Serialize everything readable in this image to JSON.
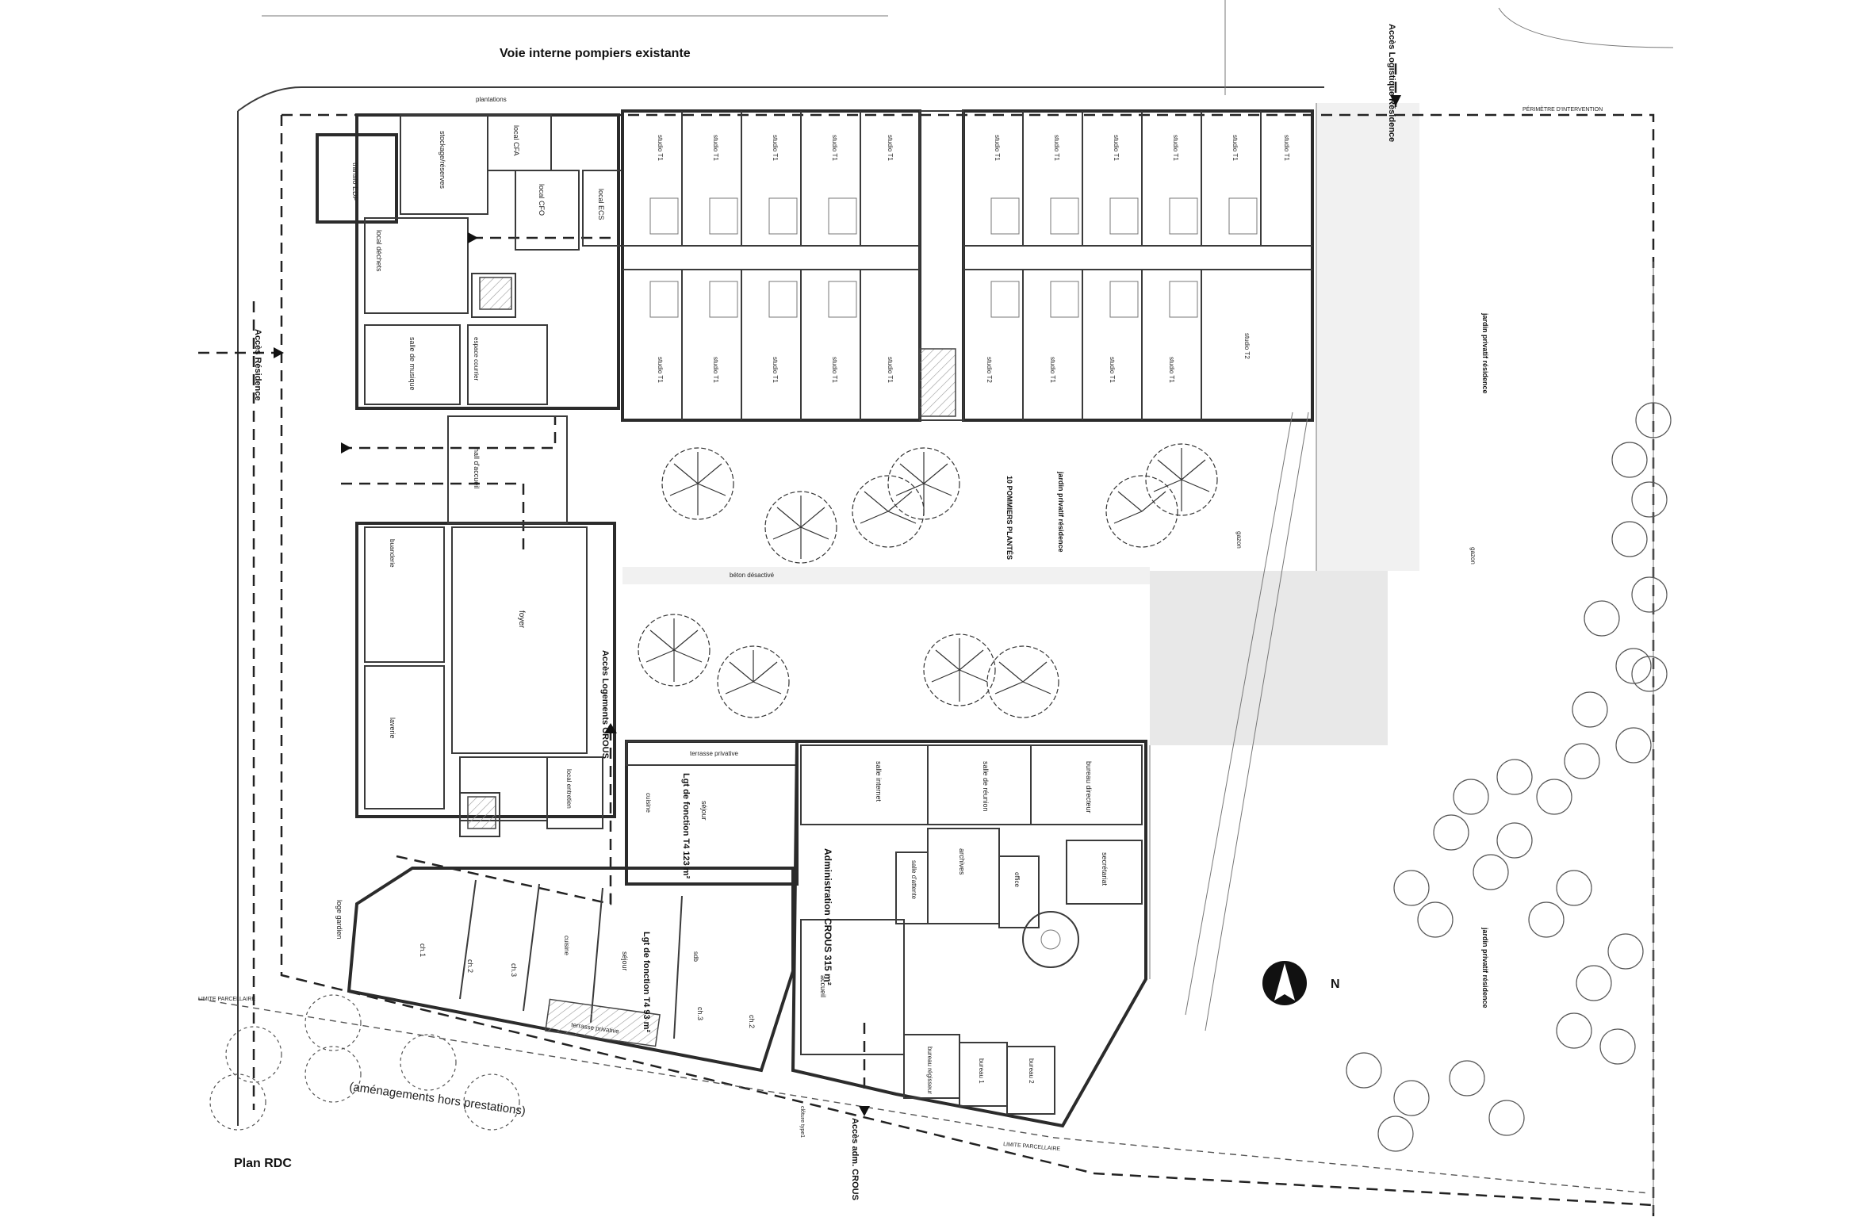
{
  "titles": {
    "plan": "Plan RDC",
    "road": "Voie interne pompiers existante",
    "outside": "(aménagements hors prestations)"
  },
  "access": {
    "residence_west": "Accès Résidence",
    "logistics_north": "Accès Logistique Résidence",
    "crous_housing": "Accès Logements CROUS",
    "crous_admin": "Accès adm. CROUS"
  },
  "labels": {
    "perimetre": "PÉRIMÈTRE D'INTERVENTION",
    "limite": "LIMITE PARCELLAIRE",
    "terrasse": "terrasse privative",
    "beton": "béton désactivé",
    "gazon": "gazon",
    "jardin": "jardin privatif résidence",
    "trees": "10 POMMIERS PLANTÉS",
    "plantations": "plantations",
    "cloture": "clôture type1",
    "north": "N"
  },
  "rooms": {
    "stockage": "stockage/réserves",
    "cfa": "local CFA",
    "cfo": "local CFO",
    "ecs": "local ECS",
    "edf": "transfo EDF",
    "dechets": "local déchets",
    "musique": "salle de musique",
    "courrier": "espace courrier",
    "hall": "hall d'accueil",
    "foyer": "foyer",
    "laverie": "laverie",
    "buanderie": "buanderie",
    "logegardien": "loge gardien",
    "entretien": "local entretien",
    "lgt_t4_123": "Lgt de fonction T4 123 m²",
    "lgt_t4_93": "Lgt de fonction T4 93 m²",
    "admin": "Administration CROUS 315 m²",
    "bureau_directeur": "bureau directeur",
    "salle_reunion": "salle de réunion",
    "salle_internet": "salle internet",
    "secretariat": "secrétariat",
    "archives": "archives",
    "salle_attente": "salle d'attente",
    "accueil": "accueil",
    "bureau1": "bureau 1",
    "bureau2": "bureau 2",
    "bureau_regisseur": "bureau régisseur",
    "office": "office",
    "ch1": "ch.1",
    "ch2": "ch.2",
    "ch3": "ch.3",
    "sejour": "séjour",
    "cuisine": "cuisine",
    "sdb": "sdb",
    "studio_t1": "studio T1",
    "studio_t2": "studio T2"
  },
  "colors": {
    "wall": "#2b2b2b",
    "ground_grey": "#e8e8e8"
  }
}
